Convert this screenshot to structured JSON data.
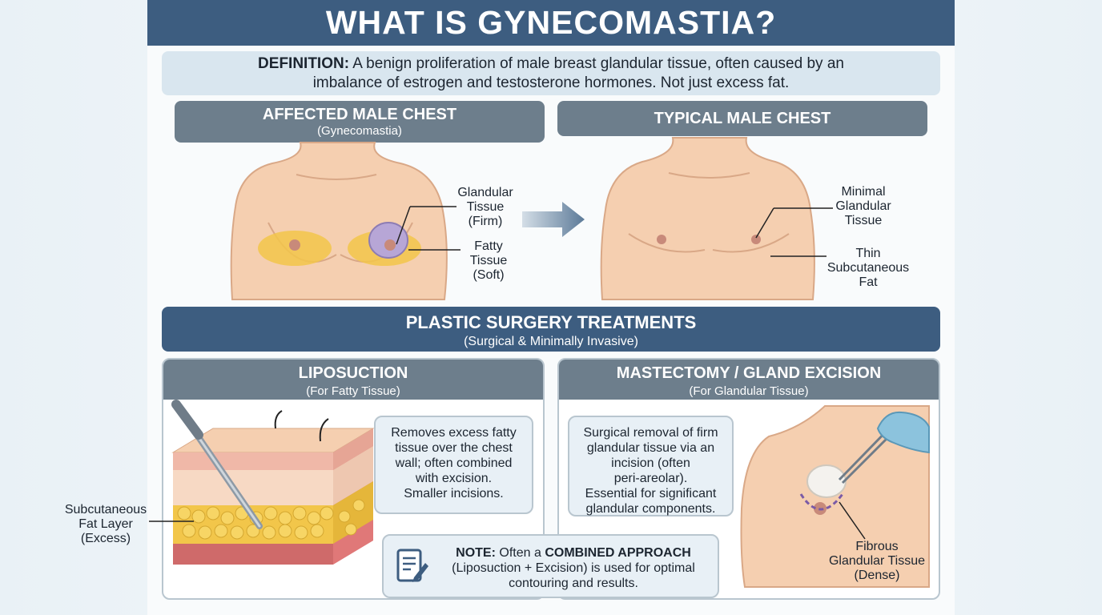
{
  "title": "WHAT IS GYNECOMASTIA?",
  "definition": {
    "label": "DEFINITION:",
    "text_line1": "A benign proliferation of male breast glandular tissue, often caused by an",
    "text_line2": "imbalance of estrogen and testosterone hormones. Not just excess fat."
  },
  "affected": {
    "title": "AFFECTED MALE CHEST",
    "subtitle": "(Gynecomastia)",
    "label_glandular": [
      "Glandular",
      "Tissue",
      "(Firm)"
    ],
    "label_fatty": [
      "Fatty",
      "Tissue",
      "(Soft)"
    ]
  },
  "typical": {
    "title": "TYPICAL MALE CHEST",
    "label_minimal": [
      "Minimal",
      "Glandular",
      "Tissue"
    ],
    "label_thin": [
      "Thin",
      "Subcutaneous",
      "Fat"
    ]
  },
  "treatments": {
    "title": "PLASTIC SURGERY TREATMENTS",
    "subtitle": "(Surgical & Minimally Invasive)"
  },
  "liposuction": {
    "title": "LIPOSUCTION",
    "subtitle": "(For Fatty Tissue)",
    "description": [
      "Removes excess fatty",
      "tissue over the chest",
      "wall; often combined",
      "with excision.",
      "Smaller incisions."
    ],
    "fat_label": [
      "Subcutaneous",
      "Fat Layer",
      "(Excess)"
    ]
  },
  "mastectomy": {
    "title": "MASTECTOMY / GLAND EXCISION",
    "subtitle": "(For Glandular Tissue)",
    "description": [
      "Surgical removal of firm",
      "glandular tissue via an",
      "incision (often",
      "peri-areolar).",
      "Essential for significant",
      "glandular components."
    ],
    "tissue_label": [
      "Fibrous",
      "Glandular Tissue",
      "(Dense)"
    ]
  },
  "note": {
    "label": "NOTE:",
    "pre": "Often a",
    "emphasis": "COMBINED APPROACH",
    "line2": "(Liposuction + Excision) is used for optimal",
    "line3": "contouring and results."
  },
  "colors": {
    "navy": "#3d5d80",
    "slate": "#6d7e8c",
    "skin": "#f5cfb0",
    "fat": "#f2c64a",
    "gland": "#b7a6d6"
  }
}
